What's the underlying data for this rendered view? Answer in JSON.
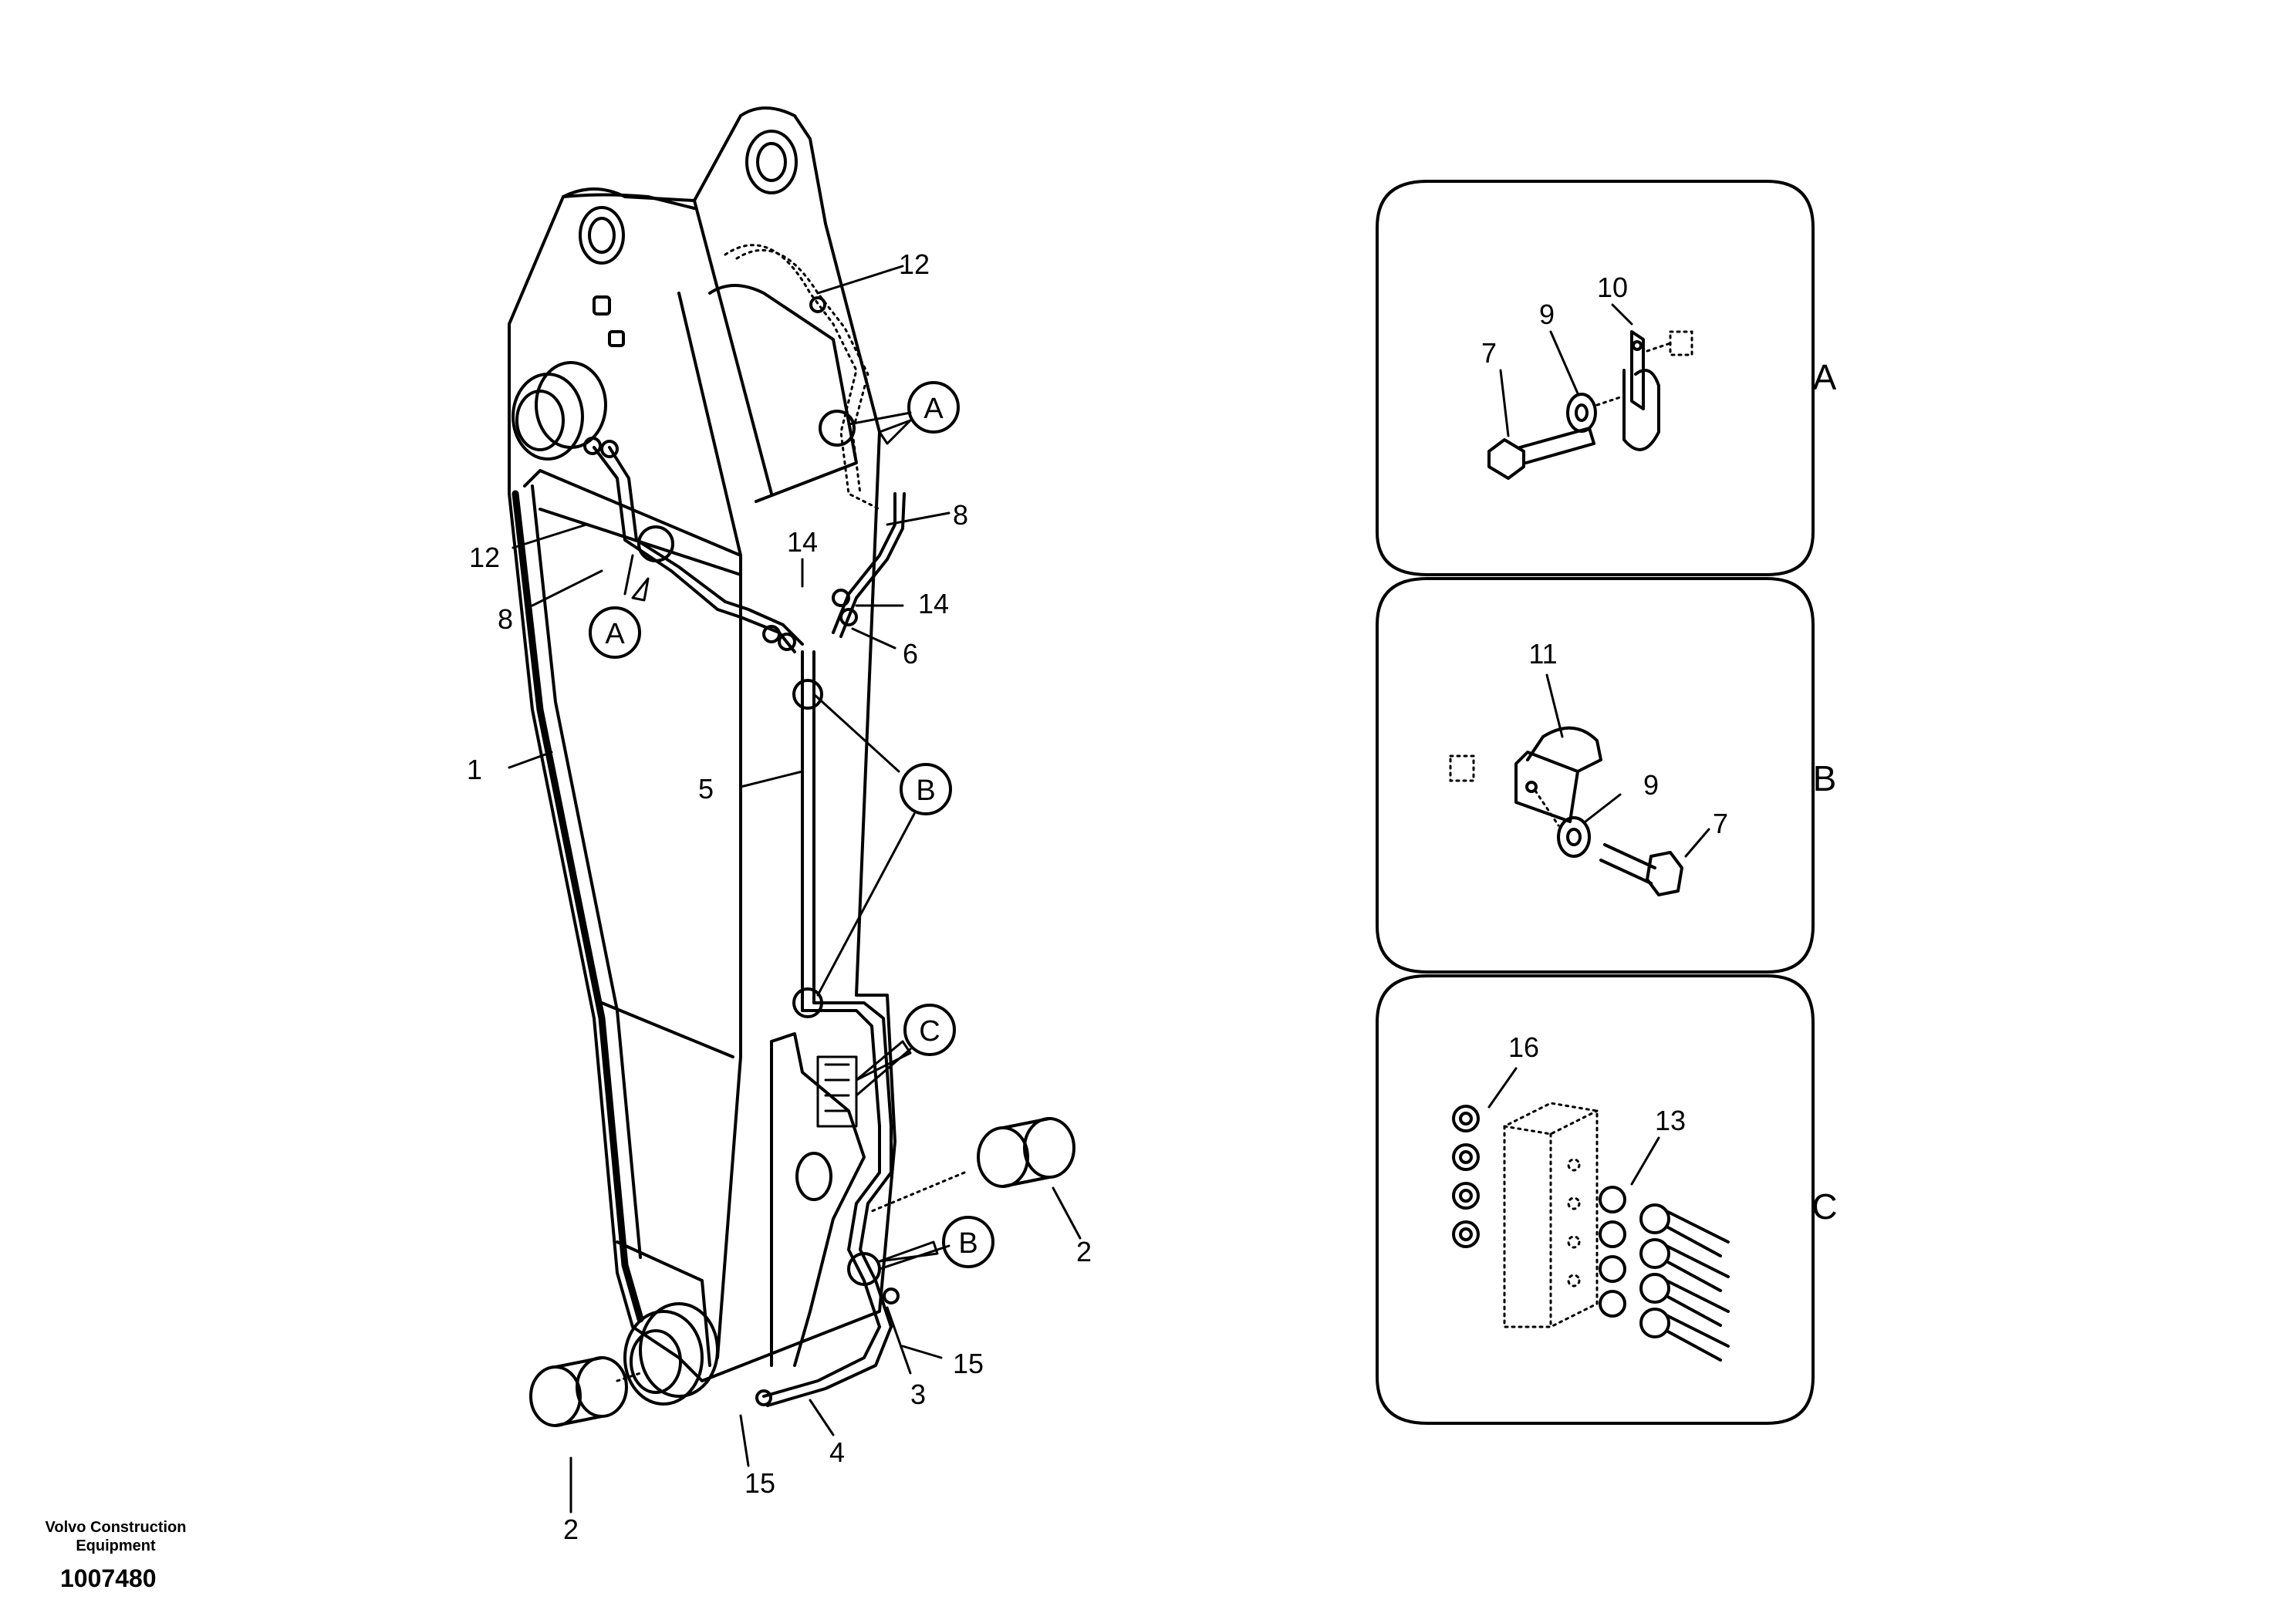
{
  "part_labels": {
    "p1": "1",
    "p2a": "2",
    "p2b": "2",
    "p3": "3",
    "p4": "4",
    "p5": "5",
    "p6": "6",
    "p8a": "8",
    "p8b": "8",
    "p12a": "12",
    "p12b": "12",
    "p14a": "14",
    "p14b": "14",
    "p15a": "15",
    "p15b": "15"
  },
  "callouts": {
    "a1": "A",
    "a2": "A",
    "b1": "B",
    "b2": "B",
    "c1": "C"
  },
  "detail_panels": {
    "A": {
      "letter": "A",
      "labels": {
        "l7": "7",
        "l9": "9",
        "l10": "10"
      }
    },
    "B": {
      "letter": "B",
      "labels": {
        "l11": "11",
        "l9": "9",
        "l7": "7"
      }
    },
    "C": {
      "letter": "C",
      "labels": {
        "l16": "16",
        "l13": "13"
      }
    }
  },
  "footer": {
    "company": "Volvo Construction Equipment",
    "doc_number": "1007480"
  }
}
